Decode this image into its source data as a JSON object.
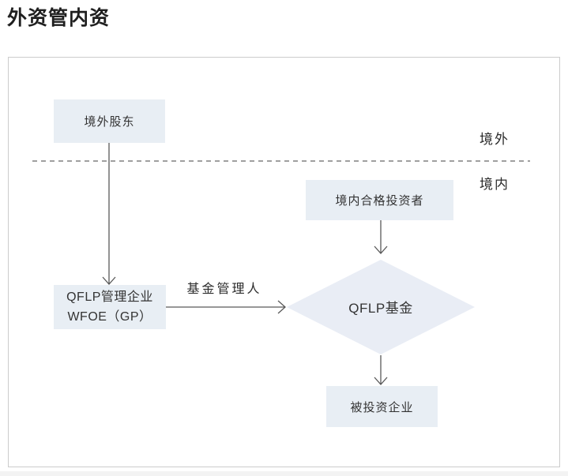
{
  "page": {
    "title": "外资管内资"
  },
  "diagram": {
    "regions": {
      "overseas": "境外",
      "domestic": "境内"
    },
    "nodes": {
      "overseas_shareholder": "境外股东",
      "domestic_qualified_investors": "境内合格投资者",
      "qflp_manager_line1": "QFLP管理企业",
      "qflp_manager_line2": "WFOE（GP）",
      "qflp_fund": "QFLP基金",
      "investee_company": "被投资企业"
    },
    "edges": {
      "fund_manager": "基金管理人"
    },
    "colors": {
      "node_fill": "#e8eef4",
      "diamond_fill": "#e9edf5",
      "arrow_color": "#595959",
      "dashed_color": "#666666",
      "frame_border": "#cccccc",
      "title_color": "#1f1f1f",
      "text_color": "#333333"
    }
  }
}
